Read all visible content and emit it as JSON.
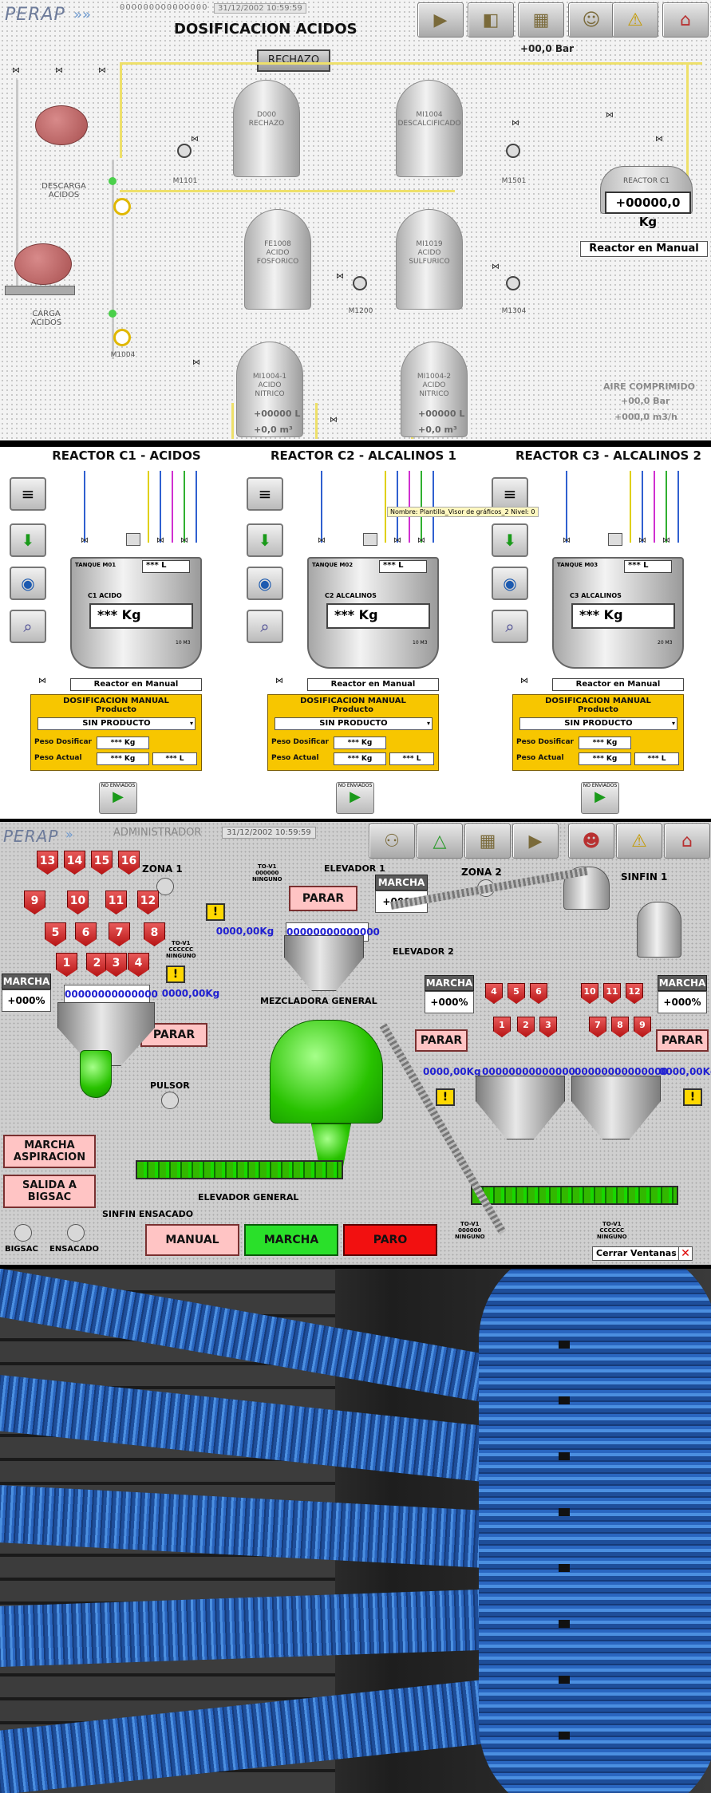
{
  "panel1": {
    "brand": "PERAP",
    "code": "000000000000000",
    "datetime": "31/12/2002 10:59:59",
    "title": "DOSIFICACION ACIDOS",
    "rechazo_button": "RECHAZO",
    "pressure": "+00,0 Bar",
    "silos": [
      {
        "line1": "D000",
        "line2": "RECHAZO",
        "line3": ""
      },
      {
        "line1": "MI1004",
        "line2": "DESCALCIFICADO",
        "line3": ""
      },
      {
        "line1": "FE1008",
        "line2": "ACIDO",
        "line3": "FOSFORICO"
      },
      {
        "line1": "MI1019",
        "line2": "ACIDO",
        "line3": "SULFURICO"
      },
      {
        "line1": "MI1004-1",
        "line2": "ACIDO",
        "line3": "NITRICO"
      },
      {
        "line1": "MI1004-2",
        "line2": "ACIDO",
        "line3": "NITRICO"
      }
    ],
    "silo_levels": [
      "+00000 L",
      "+00000 L"
    ],
    "silo_flows": [
      "+0,0 m³",
      "+0,0 m³"
    ],
    "descarga_label": "DESCARGA\nACIDOS",
    "carga_label": "CARGA\nACIDOS",
    "reactor_c1_label": "REACTOR C1",
    "reactor_weight": "+00000,0 Kg",
    "reactor_manual": "Reactor en Manual",
    "aire_title": "AIRE COMPRIMIDO",
    "aire_pressure": "+00,0 Bar",
    "aire_flow": "+000,0 m3/h",
    "pumps": [
      "M1101",
      "M1501",
      "M1200",
      "M1304",
      "M1004"
    ]
  },
  "panel2": {
    "reactors": [
      {
        "title": "REACTOR C1 - ACIDOS",
        "tank_name": "C1 ACIDO",
        "tank_label": "TANQUE M01",
        "volume": "10 M3",
        "kg": "*** Kg",
        "liters": "*** L",
        "manual": "Reactor en Manual",
        "dos_title": "DOSIFICACION MANUAL",
        "producto_label": "Producto",
        "producto_value": "SIN PRODUCTO",
        "peso_dosificar_label": "Peso Dosificar",
        "peso_dosificar_value": "*** Kg",
        "peso_actual_label": "Peso Actual",
        "peso_actual_kg": "*** Kg",
        "peso_actual_l": "*** L",
        "download_label": "NO ENVIADOS"
      },
      {
        "title": "REACTOR C2 - ALCALINOS 1",
        "tank_name": "C2 ALCALINOS",
        "tank_label": "TANQUE M02",
        "volume": "10 M3",
        "kg": "*** Kg",
        "liters": "*** L",
        "manual": "Reactor en Manual",
        "dos_title": "DOSIFICACION MANUAL",
        "producto_label": "Producto",
        "producto_value": "SIN PRODUCTO",
        "peso_dosificar_label": "Peso Dosificar",
        "peso_dosificar_value": "*** Kg",
        "peso_actual_label": "Peso Actual",
        "peso_actual_kg": "*** Kg",
        "peso_actual_l": "*** L",
        "download_label": "NO ENVIADOS"
      },
      {
        "title": "REACTOR C3 - ALCALINOS 2",
        "tank_name": "C3 ALCALINOS",
        "tank_label": "TANQUE M03",
        "volume": "20 M3",
        "kg": "*** Kg",
        "liters": "*** L",
        "manual": "Reactor en Manual",
        "dos_title": "DOSIFICACION MANUAL",
        "producto_label": "Producto",
        "producto_value": "SIN PRODUCTO",
        "peso_dosificar_label": "Peso Dosificar",
        "peso_dosificar_value": "*** Kg",
        "peso_actual_label": "Peso Actual",
        "peso_actual_kg": "*** Kg",
        "peso_actual_l": "*** L",
        "download_label": "NO ENVIADOS"
      }
    ],
    "tooltip": "Nombre: Plantilla_Visor de gráficos_2   Nivel: 0"
  },
  "panel3": {
    "brand": "PERAP",
    "user": "ADMINISTRADOR",
    "datetime": "31/12/2002 10:59:59",
    "zona1": "ZONA 1",
    "zona2": "ZONA 2",
    "sinfin1": "SINFIN 1",
    "elevador1": "ELEVADOR 1",
    "elevador2": "ELEVADOR 2",
    "elevador_general": "ELEVADOR GENERAL",
    "mezcladora": "MEZCLADORA GENERAL",
    "pulsor": "PULSOR",
    "sinfin_ensacado": "SINFIN ENSACADO",
    "to_v1": "TO-V1",
    "to_v1_code": "000000",
    "to_v1_sub": "NINGUNO",
    "to_v1_code2": "CCCCCC",
    "marcha": "MARCHA",
    "pct": "+000%",
    "parar": "PARAR",
    "digits": "00000000000000",
    "kg": "0000,00Kg",
    "bins_left": [
      "13",
      "14",
      "15",
      "16",
      "9",
      "10",
      "11",
      "12",
      "5",
      "6",
      "7",
      "8",
      "1",
      "2",
      "3",
      "4"
    ],
    "bins_mid": [
      "4",
      "5",
      "6",
      "1",
      "2",
      "3"
    ],
    "bins_right": [
      "10",
      "11",
      "12",
      "7",
      "8",
      "9"
    ],
    "marcha_aspiracion": "MARCHA\nASPIRACION",
    "salida_bigsac": "SALIDA A\nBIGSAC",
    "bigsac": "BIGSAC",
    "ensacado": "ENSACADO",
    "manual_btn": "MANUAL",
    "marcha_btn": "MARCHA",
    "paro_btn": "PARO",
    "cerrar": "Cerrar Ventanas"
  },
  "colors": {
    "yellow_panel": "#f7c600",
    "green_equipment": "#28c200",
    "red_bin": "#c8201f",
    "pink_button": "#ffc4c4",
    "value_blue": "#2020d0",
    "cable_blue": "#3a78d0"
  }
}
